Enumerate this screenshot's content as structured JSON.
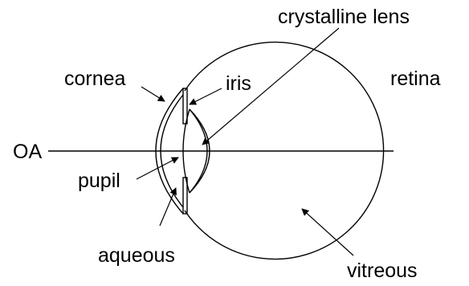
{
  "diagram": {
    "labels": {
      "crystalline_lens": "crystalline lens",
      "cornea": "cornea",
      "iris": "iris",
      "retina": "retina",
      "oa": "OA",
      "pupil": "pupil",
      "aqueous": "aqueous",
      "vitreous": "vitreous"
    }
  }
}
